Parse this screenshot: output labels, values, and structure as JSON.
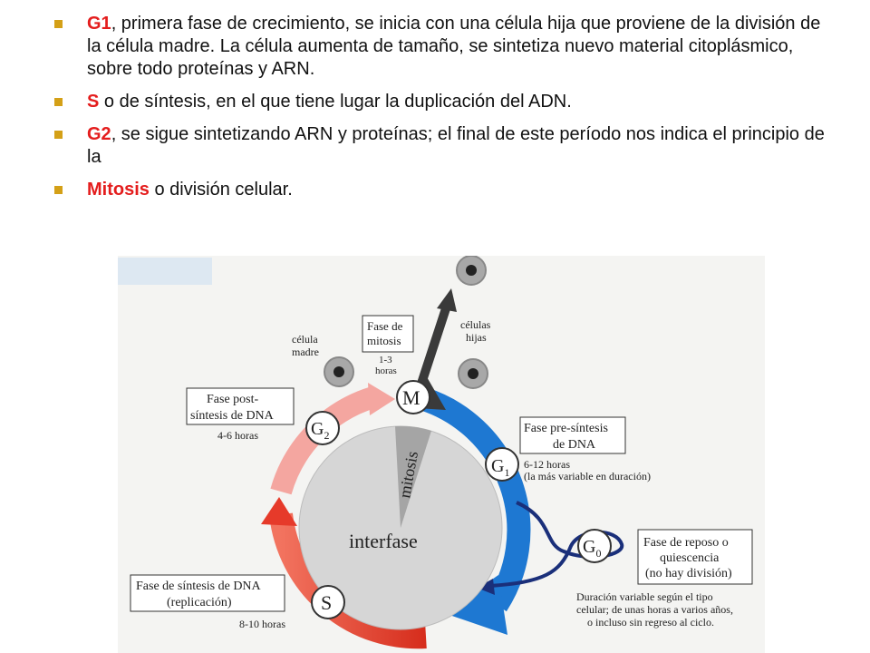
{
  "bullets": [
    {
      "key": "G1",
      "rest": ", primera fase de crecimiento, se inicia con una célula hija que proviene de la división de la célula madre. La célula aumenta de tamaño, se sintetiza nuevo material citoplásmico, sobre todo proteínas y ARN."
    },
    {
      "key": "S",
      "rest": " o de síntesis, en el que tiene lugar la duplicación del ADN."
    },
    {
      "key": "G2",
      "rest": ", se sigue sintetizando ARN y proteínas; el final de este período nos indica el principio de la"
    },
    {
      "key": "Mitosis",
      "rest": " o división celular."
    }
  ],
  "diagram": {
    "center_label": "interfase",
    "wedge_label": "mitosis",
    "phases": {
      "m": "M",
      "g1": {
        "letter": "G",
        "sub": "1"
      },
      "g2": {
        "letter": "G",
        "sub": "2"
      },
      "s": "S",
      "g0": {
        "letter": "G",
        "sub": "0"
      }
    },
    "boxes": {
      "mitosis": {
        "line1": "Fase de",
        "line2": "mitosis",
        "duration1": "1-3",
        "duration2": "horas"
      },
      "post": {
        "line1": "Fase post-",
        "line2": "síntesis de DNA",
        "duration": "4-6 horas"
      },
      "pre": {
        "line1": "Fase pre-síntesis",
        "line2": "de DNA",
        "duration1": "6-12 horas",
        "duration2": "(la más variable en duración)"
      },
      "sintesis": {
        "line1": "Fase de síntesis de DNA",
        "line2": "(replicación)",
        "duration": "8-10 horas"
      },
      "reposo": {
        "line1": "Fase de reposo o",
        "line2": "quiescencia",
        "line3": "(no hay división)"
      }
    },
    "labels": {
      "madre1": "célula",
      "madre2": "madre",
      "hijas1": "células",
      "hijas2": "hijas",
      "g0_note1": "Duración variable según el tipo",
      "g0_note2": "celular; de unas horas a varios años,",
      "g0_note3": "o incluso sin regreso al ciclo."
    },
    "colors": {
      "blue": "#1e78d2",
      "red": "#e63a2a",
      "pink": "#f4a6a0",
      "dark": "#3a3a3a",
      "gray": "#cfcfcf",
      "navy": "#1a2f7a"
    }
  }
}
